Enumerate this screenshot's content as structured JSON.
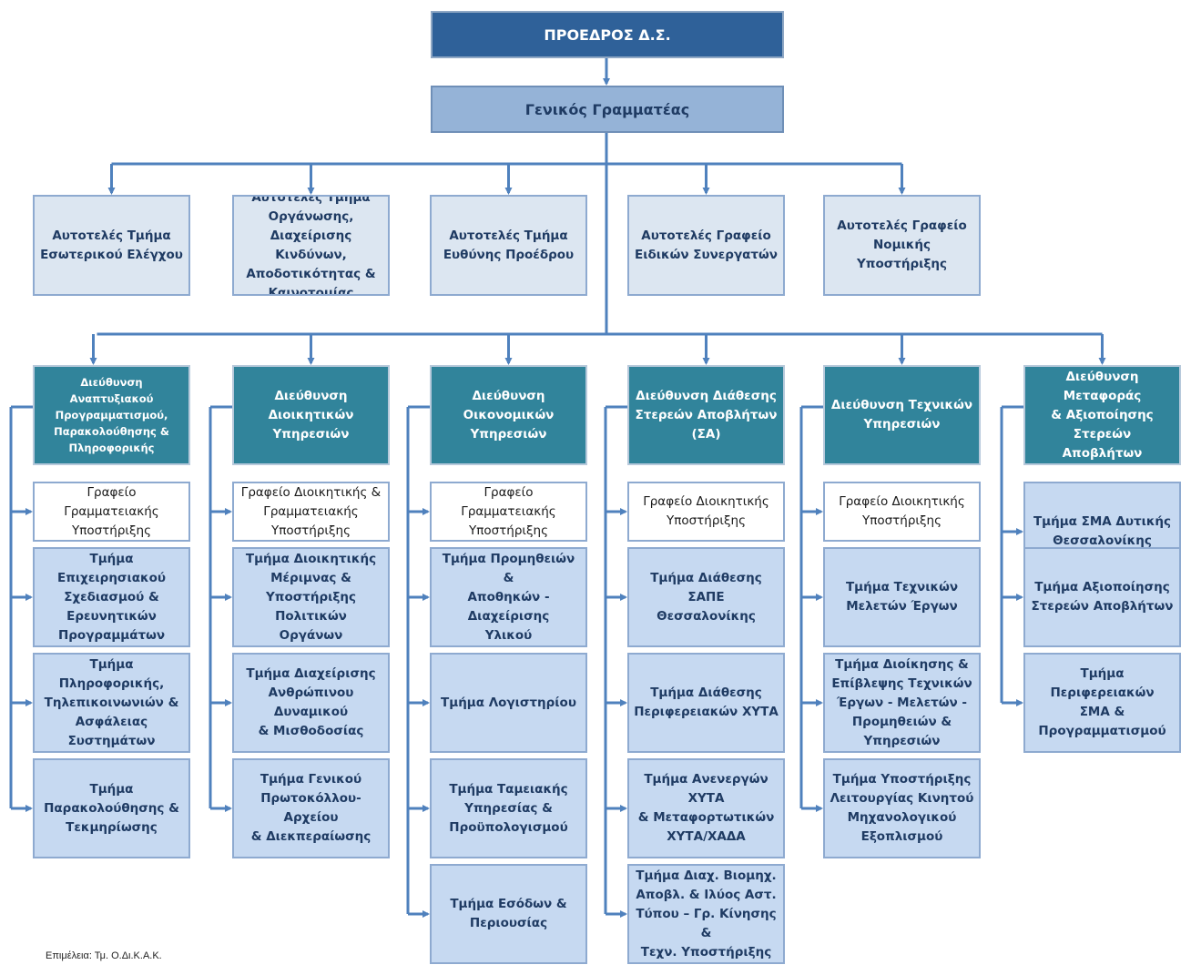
{
  "chairman": "ΠΡΟΕΔΡΟΣ Δ.Σ.",
  "secretary": "Γενικός Γραμματέας",
  "independent_units": [
    "Αυτοτελές Τμήμα\nΕσωτερικού Ελέγχου",
    "Αυτοτελές Τμήμα\nΟργάνωσης, Διαχείρισης\nΚινδύνων,\nΑποδοτικότητας &\nΚαινοτομίας",
    "Αυτοτελές Τμήμα\nΕυθύνης Προέδρου",
    "Αυτοτελές Γραφείο\nΕιδικών Συνεργατών",
    "Αυτοτελές Γραφείο\nΝομικής Υποστήριξης"
  ],
  "directorates": [
    {
      "title": "Διεύθυνση Αναπτυξιακού\nΠρογραμματισμού,\nΠαρακολούθησης &\nΠληροφορικής",
      "units": [
        {
          "kind": "office",
          "label": "Γραφείο Γραμματειακής\nΥποστήριξης"
        },
        {
          "kind": "dept",
          "label": "Τμήμα Επιχειρησιακού\nΣχεδιασμού &\nΕρευνητικών\nΠρογραμμάτων"
        },
        {
          "kind": "dept",
          "label": "Τμήμα Πληροφορικής,\nΤηλεπικοινωνιών &\nΑσφάλειας Συστημάτων"
        },
        {
          "kind": "dept",
          "label": "Τμήμα\nΠαρακολούθησης &\nΤεκμηρίωσης"
        }
      ]
    },
    {
      "title": "Διεύθυνση Διοικητικών\nΥπηρεσιών",
      "units": [
        {
          "kind": "office",
          "label": "Γραφείο Διοικητικής &\nΓραμματειακής\nΥποστήριξης"
        },
        {
          "kind": "dept",
          "label": "Τμήμα Διοικητικής\nΜέριμνας &\nΥποστήριξης Πολιτικών\nΟργάνων"
        },
        {
          "kind": "dept",
          "label": "Τμήμα Διαχείρισης\nΑνθρώπινου Δυναμικού\n& Μισθοδοσίας"
        },
        {
          "kind": "dept",
          "label": "Τμήμα Γενικού\nΠρωτοκόλλου-Αρχείου\n& Διεκπεραίωσης"
        }
      ]
    },
    {
      "title": "Διεύθυνση Οικονομικών\nΥπηρεσιών",
      "units": [
        {
          "kind": "office",
          "label": "Γραφείο Γραμματειακής\nΥποστήριξης"
        },
        {
          "kind": "dept",
          "label": "Τμήμα Προμηθειών &\nΑποθηκών - Διαχείρισης\nΥλικού"
        },
        {
          "kind": "dept",
          "label": "Τμήμα Λογιστηρίου"
        },
        {
          "kind": "dept",
          "label": "Τμήμα Ταμειακής\nΥπηρεσίας &\nΠροϋπολογισμού"
        },
        {
          "kind": "dept",
          "label": "Τμήμα Εσόδων &\nΠεριουσίας"
        }
      ]
    },
    {
      "title": "Διεύθυνση Διάθεσης\nΣτερεών Αποβλήτων\n(ΣΑ)",
      "units": [
        {
          "kind": "office",
          "label": "Γραφείο Διοικητικής\nΥποστήριξης"
        },
        {
          "kind": "dept",
          "label": "Τμήμα Διάθεσης ΣΑΠΕ\nΘεσσαλονίκης"
        },
        {
          "kind": "dept",
          "label": "Τμήμα Διάθεσης\nΠεριφερειακών ΧΥΤΑ"
        },
        {
          "kind": "dept",
          "label": "Τμήμα Ανενεργών  ΧΥΤΑ\n& Μεταφορτωτικών\nΧΥΤΑ/ΧΑΔΑ"
        },
        {
          "kind": "dept",
          "label": "Τμήμα Διαχ. Βιομηχ.\nΑποβλ. & Ιλύος Αστ.\nΤύπου – Γρ. Κίνησης &\nΤεχν. Υποστήριξης"
        }
      ]
    },
    {
      "title": "Διεύθυνση Τεχνικών\nΥπηρεσιών",
      "units": [
        {
          "kind": "office",
          "label": "Γραφείο Διοικητικής\nΥποστήριξης"
        },
        {
          "kind": "dept",
          "label": "Τμήμα Τεχνικών\nΜελετών Έργων"
        },
        {
          "kind": "dept",
          "label": "Τμήμα Διοίκησης &\nΕπίβλεψης Τεχνικών\nΈργων - Μελετών -\nΠρομηθειών &\nΥπηρεσιών"
        },
        {
          "kind": "dept",
          "label": "Τμήμα Υποστήριξης\nΛειτουργίας Κινητού\nΜηχανολογικού\nΕξοπλισμού"
        }
      ]
    },
    {
      "title": "Διεύθυνση Μεταφοράς\n& Αξιοποίησης Στερεών\nΑποβλήτων",
      "units": [
        {
          "kind": "dept",
          "label": "Τμήμα ΣΜΑ Δυτικής\nΘεσσαλονίκης"
        },
        {
          "kind": "dept",
          "label": "Τμήμα Αξιοποίησης\nΣτερεών Αποβλήτων"
        },
        {
          "kind": "dept",
          "label": "Τμήμα Περιφερειακών\nΣΜΑ &\nΠρογραμματισμού"
        }
      ]
    }
  ],
  "footer": "Επιμέλεια: Τμ. Ο.Δι.Κ.Α.Κ.",
  "colors": {
    "chairman": "#2f6199",
    "secretary": "#95b3d7",
    "independent": "#dce6f1",
    "directorate": "#31849b",
    "office": "#ffffff",
    "department": "#c6d9f1",
    "connector": "#4f81bd"
  }
}
